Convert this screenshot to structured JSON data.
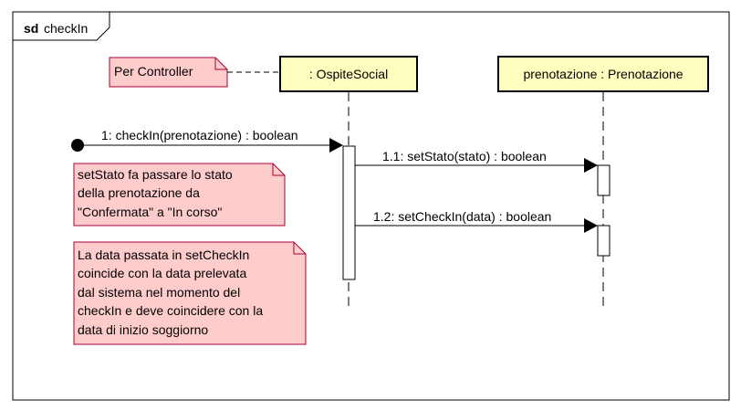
{
  "frame": {
    "keyword": "sd",
    "name": "checkIn"
  },
  "participants": [
    {
      "label": ": OspiteSocial"
    },
    {
      "label": "prenotazione : Prenotazione"
    }
  ],
  "messages": [
    {
      "label": "1: checkIn(prenotazione) : boolean"
    },
    {
      "label": "1.1: setStato(stato) : boolean"
    },
    {
      "label": "1.2: setCheckIn(data) : boolean"
    }
  ],
  "notes": [
    {
      "lines": [
        "Per Controller"
      ]
    },
    {
      "lines": [
        "setStato fa passare lo stato",
        "della prenotazione da",
        "\"Confermata\" a \"In corso\""
      ]
    },
    {
      "lines": [
        "La data passata in setCheckIn",
        "coincide con la data prelevata",
        "dal sistema nel momento del",
        "checkIn e deve coincidere con la",
        "data di inizio soggiorno"
      ]
    }
  ],
  "colors": {
    "participant_fill": "#FFFFC0",
    "note_fill": "#FFCCCC",
    "note_stroke": "#A80036",
    "line": "#000000"
  }
}
